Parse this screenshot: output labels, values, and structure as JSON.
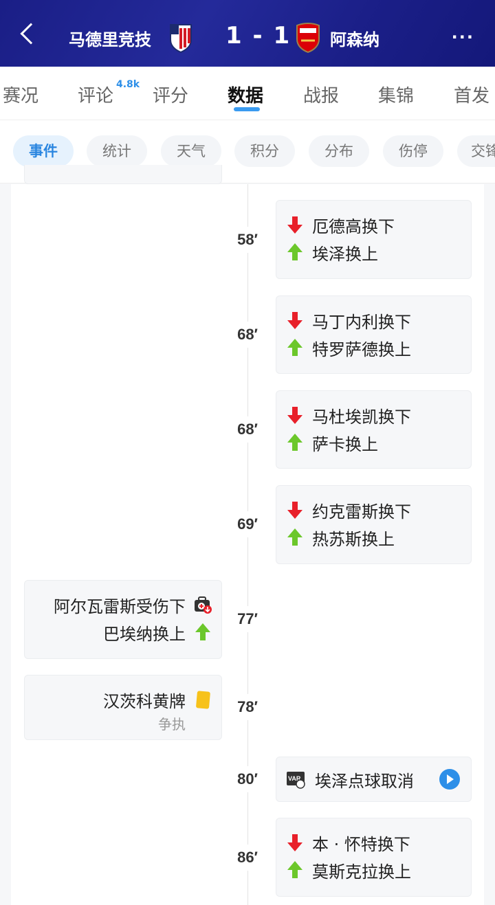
{
  "header": {
    "home_team": "马德里竞技",
    "away_team": "阿森纳",
    "score": "1 - 1"
  },
  "tabs": [
    {
      "label": "赛况"
    },
    {
      "label": "评论",
      "badge": "4.8k"
    },
    {
      "label": "评分"
    },
    {
      "label": "数据"
    },
    {
      "label": "战报"
    },
    {
      "label": "集锦"
    },
    {
      "label": "首发"
    }
  ],
  "active_tab": "数据",
  "chips": [
    {
      "label": "事件"
    },
    {
      "label": "统计"
    },
    {
      "label": "天气"
    },
    {
      "label": "积分"
    },
    {
      "label": "分布"
    },
    {
      "label": "伤停"
    },
    {
      "label": "交锋"
    }
  ],
  "colors": {
    "header": "#1b1f88",
    "accent": "#2a86e0",
    "sub_off": "#e8202a",
    "sub_on": "#6cc72b",
    "yellow_card": "#f7c21b"
  },
  "events": [
    {
      "minute": "58′",
      "side": "right",
      "off": "厄德高换下",
      "on": "埃泽换上"
    },
    {
      "minute": "68′",
      "side": "right",
      "off": "马丁内利换下",
      "on": "特罗萨德换上"
    },
    {
      "minute": "68′",
      "side": "right",
      "off": "马杜埃凯换下",
      "on": "萨卡换上"
    },
    {
      "minute": "69′",
      "side": "right",
      "off": "约克雷斯换下",
      "on": "热苏斯换上"
    },
    {
      "minute": "77′",
      "side": "left",
      "off": "阿尔瓦雷斯受伤下",
      "on": "巴埃纳换上"
    },
    {
      "minute": "78′",
      "side": "left",
      "text": "汉茨科黄牌",
      "sub": "争执"
    },
    {
      "minute": "80′",
      "side": "right",
      "text": "埃泽点球取消"
    },
    {
      "minute": "86′",
      "side": "right",
      "off": "本 · 怀特换下",
      "on": "莫斯克拉换上"
    }
  ]
}
